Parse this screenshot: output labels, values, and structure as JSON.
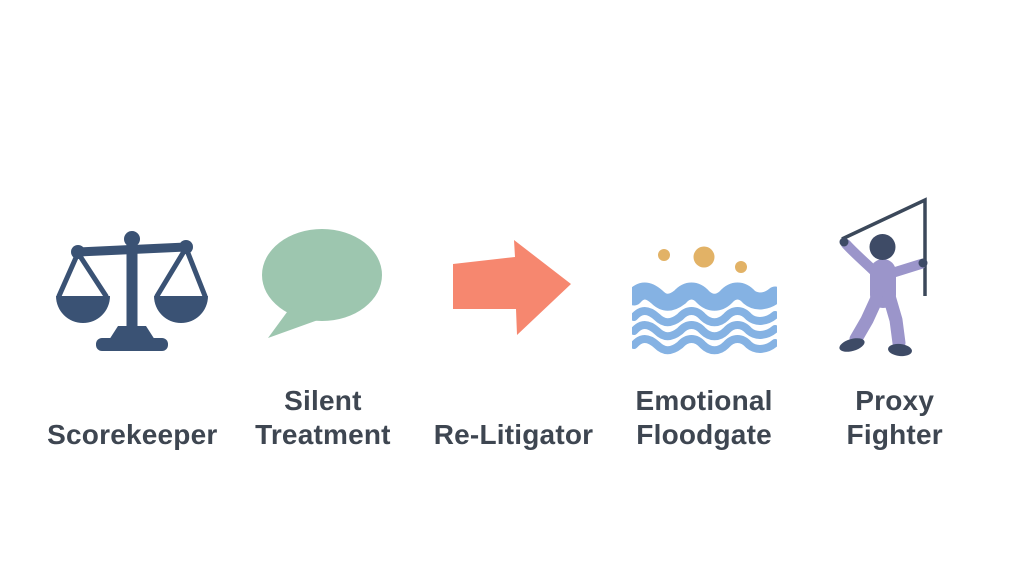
{
  "page": {
    "background_color": "#ffffff",
    "text_color": "#3e4651"
  },
  "items": [
    {
      "id": "scorekeeper",
      "label_lines": [
        "Scorekeeper"
      ],
      "icon": "scales-icon",
      "color": "#3a5274"
    },
    {
      "id": "silent-treatment",
      "label_lines": [
        "Silent",
        "Treatment"
      ],
      "icon": "speech-bubble-icon",
      "color": "#9dc6af"
    },
    {
      "id": "re-litigator",
      "label_lines": [
        "Re-Litigator"
      ],
      "icon": "arrow-right-icon",
      "color": "#f6876f"
    },
    {
      "id": "emotional-floodgate",
      "label_lines": [
        "Emotional",
        "Floodgate"
      ],
      "icon": "waves-icon",
      "color": "#85b2e3",
      "accent_color": "#e2b266"
    },
    {
      "id": "proxy-fighter",
      "label_lines": [
        "Proxy",
        "Fighter"
      ],
      "icon": "person-with-stick-icon",
      "color": "#9b95ca",
      "accent_color": "#3e4b66",
      "stick_color": "#3b485a"
    }
  ]
}
